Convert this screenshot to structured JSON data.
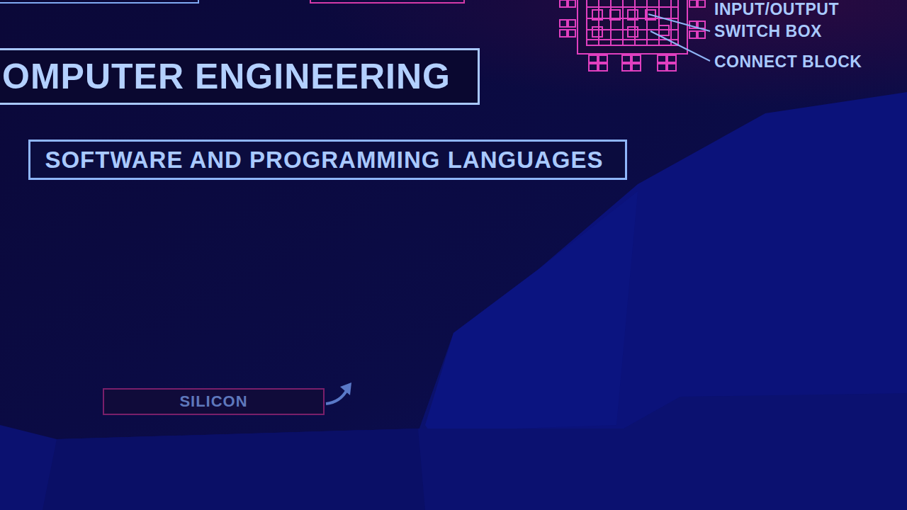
{
  "diagram": {
    "nodes": [
      {
        "text": [
          "OMPUTER ENGINEERING"
        ]
      },
      {
        "text": [
          "SOFTWARE AND PROGRAMMING LANGUAGES"
        ]
      },
      {
        "text": [
          "SILICON"
        ]
      }
    ],
    "labels": [
      "INPUT/OUTPUT",
      "SWITCH BOX",
      "CONNECT BLOCK"
    ]
  }
}
